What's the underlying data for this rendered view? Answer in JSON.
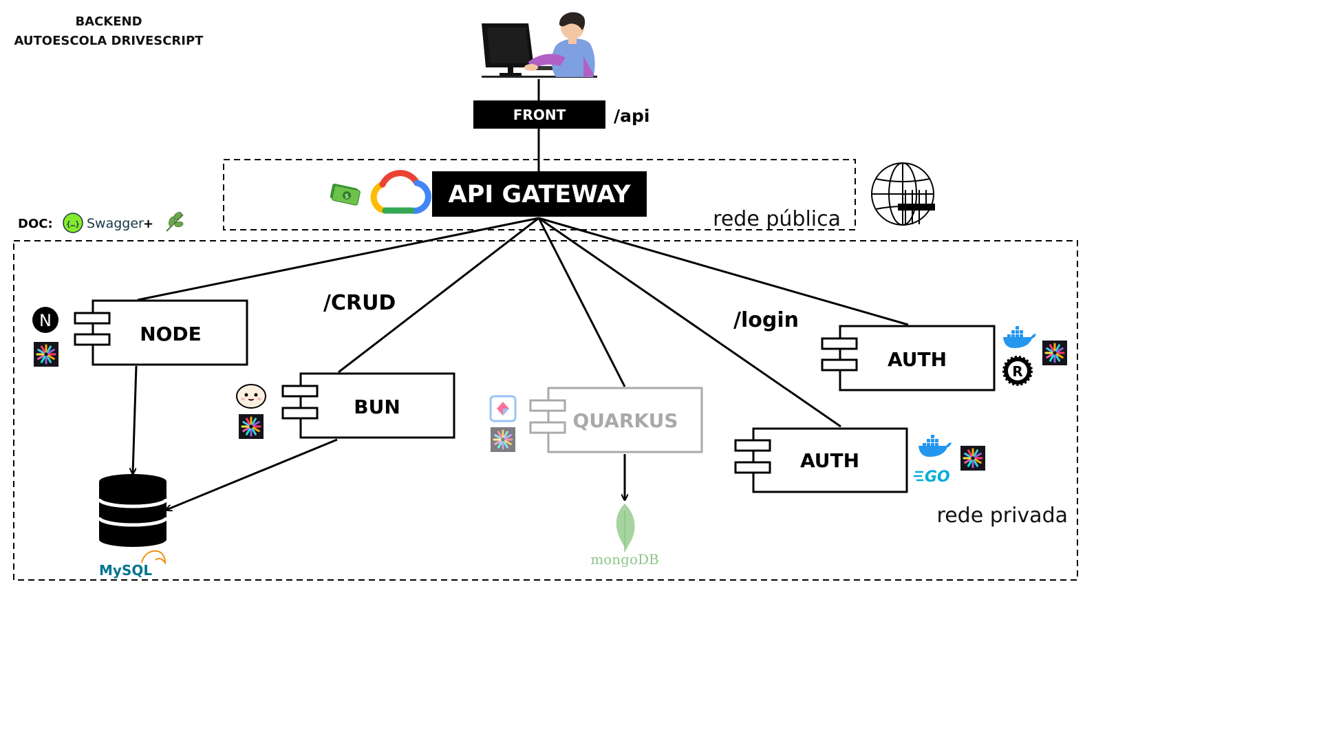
{
  "header": {
    "title_line1": "BACKEND",
    "title_line2": "AUTOESCOLA DRIVESCRIPT"
  },
  "doc": {
    "label": "DOC:",
    "swagger_text": "Swagger",
    "plus": "+"
  },
  "client": {
    "front_label": "FRONT",
    "api_path": "/api"
  },
  "gateway": {
    "label": "API GATEWAY",
    "zone_label": "rede pública"
  },
  "private_zone": {
    "label": "rede privada"
  },
  "services": {
    "node": {
      "label": "NODE"
    },
    "bun": {
      "label": "BUN"
    },
    "quarkus": {
      "label": "QUARKUS"
    },
    "auth_rust": {
      "label": "AUTH"
    },
    "auth_go": {
      "label": "AUTH"
    }
  },
  "routes": {
    "crud": "/CRUD",
    "login": "/login"
  },
  "databases": {
    "mysql": "MySQL",
    "mongodb": "mongoDB"
  },
  "badges": {
    "next": "N",
    "go": "GO"
  },
  "colors": {
    "ink": "#000000",
    "disabled": "#a9a9a9",
    "mysql_blue": "#00758f",
    "mysql_orange": "#f29111",
    "mongo_green": "#8fc48a",
    "swagger_green": "#85ea2d",
    "docker_blue": "#2496ed",
    "go_cyan": "#00acd7"
  }
}
